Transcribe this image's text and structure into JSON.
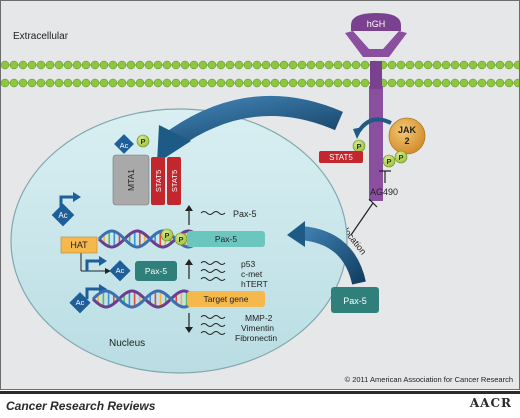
{
  "labels": {
    "extracellular": "Extracellular",
    "nucleus": "Nucleus",
    "hgh": "hGH",
    "jak_line1": "JAK",
    "jak_line2": "2",
    "stat5": "STAT5",
    "ag490": "AG490",
    "translocation": "Translocation",
    "pax5": "Pax-5",
    "mta1": "MTA1",
    "hat": "HAT",
    "ac": "Ac",
    "p": "P",
    "target_gene": "Target gene",
    "up_genes": [
      "Pax-5",
      "p53",
      "c-met",
      "hTERT"
    ],
    "down_genes": [
      "MMP-2",
      "Vimentin",
      "Fibronectin"
    ],
    "copyright": "© 2011 American Association for Cancer Research",
    "journal": "Cancer Research Reviews",
    "logo": "AACR"
  },
  "colors": {
    "background": "#e6e7e8",
    "membrane": "#8dc63f",
    "receptor": "#8b4f9f",
    "arrow_blue": "#1e5a86",
    "nucleus_fill": "#cde8ec",
    "acetyl_blue": "#1f5f99",
    "phospho_green": "#b9d65b",
    "jak_orange": "#e3a641",
    "stat5_red": "#c4262e",
    "pax5_teal": "#2f7f7a",
    "target_orange": "#f5b84d"
  }
}
